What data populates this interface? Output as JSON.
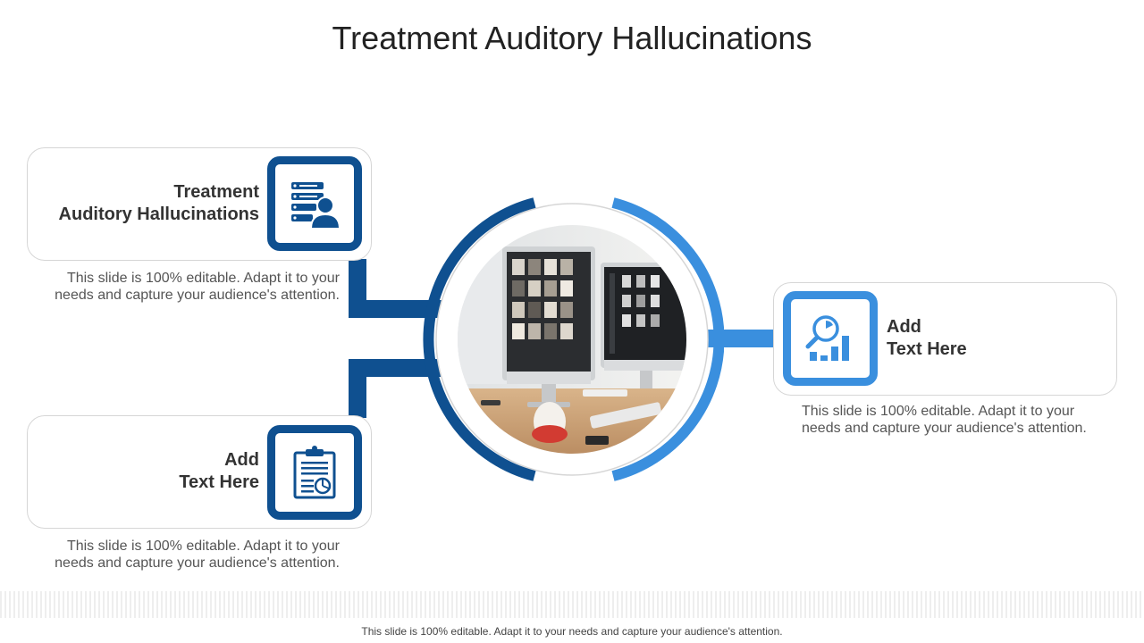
{
  "slide": {
    "title": "Treatment Auditory Hallucinations",
    "footer": "This slide is 100% editable. Adapt it to your needs and capture your audience's attention."
  },
  "items": [
    {
      "title": "Treatment\nAuditory  Hallucinations",
      "description": "This slide is 100% editable. Adapt it to your needs and capture your audience's attention.",
      "icon": "server-user-icon",
      "color": "#0f5090"
    },
    {
      "title": "Add\nText Here",
      "description": "This slide is 100% editable. Adapt it to your needs and capture your audience's attention.",
      "icon": "clipboard-chart-icon",
      "color": "#0f5090"
    },
    {
      "title": "Add\nText Here",
      "description": "This slide is 100% editable. Adapt it to your needs and capture your audience's attention.",
      "icon": "search-analytics-icon",
      "color": "#3a8fde"
    }
  ],
  "colors": {
    "dark_blue": "#0f5090",
    "light_blue": "#3a8fde"
  }
}
